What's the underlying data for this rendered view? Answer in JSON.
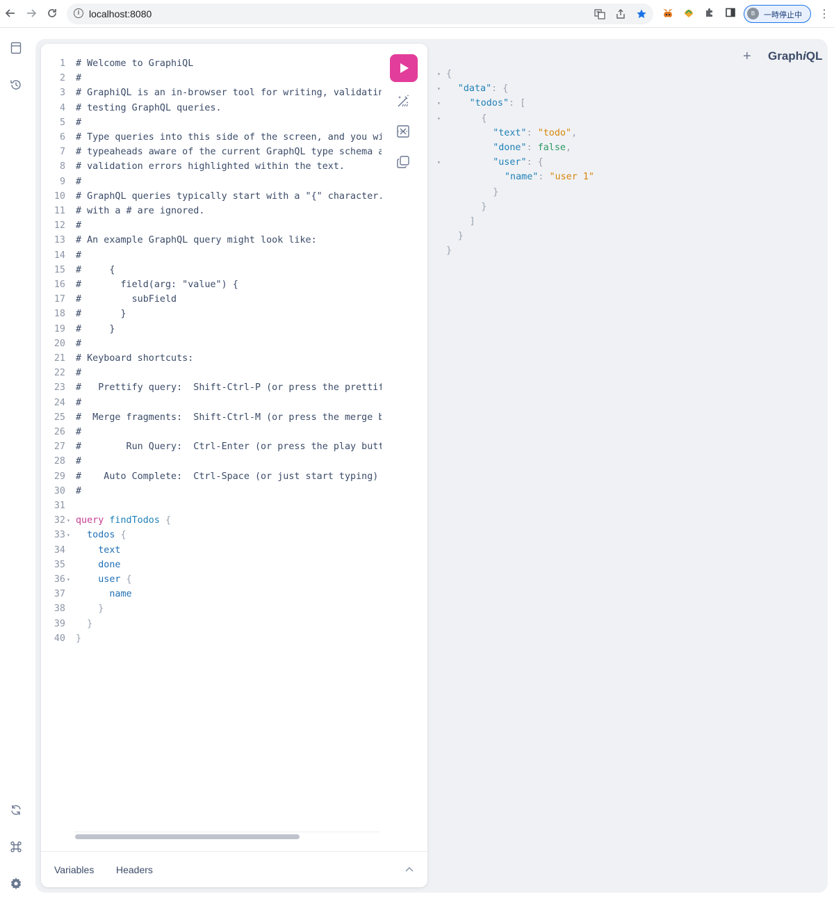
{
  "browser": {
    "url": "localhost:8080",
    "profile_label": "一時停止中",
    "profile_avatar_text": "B",
    "nav_back_icon": "arrow-left-icon",
    "nav_forward_icon": "arrow-right-icon",
    "reload_icon": "reload-icon",
    "extensions": [
      "translate-icon",
      "share-icon",
      "bookmark-star-icon",
      "metamask-fox-icon",
      "extension-icon",
      "puzzle-icon",
      "sidepanel-icon"
    ],
    "bookmark_color": "#1a73e8"
  },
  "sidebar": {
    "top_items": [
      "docs-icon",
      "history-icon"
    ],
    "bottom_items": [
      "refetch-schema-icon",
      "shortcuts-command-icon",
      "settings-gear-icon"
    ]
  },
  "editor": {
    "lines": [
      {
        "n": "1",
        "fold": "",
        "text": "# Welcome to GraphiQL",
        "kind": "comment"
      },
      {
        "n": "2",
        "fold": "",
        "text": "#",
        "kind": "comment"
      },
      {
        "n": "3",
        "fold": "",
        "text": "# GraphiQL is an in-browser tool for writing, validating, and",
        "kind": "comment"
      },
      {
        "n": "4",
        "fold": "",
        "text": "# testing GraphQL queries.",
        "kind": "comment"
      },
      {
        "n": "5",
        "fold": "",
        "text": "#",
        "kind": "comment"
      },
      {
        "n": "6",
        "fold": "",
        "text": "# Type queries into this side of the screen, and you will see intelligent",
        "kind": "comment"
      },
      {
        "n": "7",
        "fold": "",
        "text": "# typeaheads aware of the current GraphQL type schema and live syntax and",
        "kind": "comment"
      },
      {
        "n": "8",
        "fold": "",
        "text": "# validation errors highlighted within the text.",
        "kind": "comment"
      },
      {
        "n": "9",
        "fold": "",
        "text": "#",
        "kind": "comment"
      },
      {
        "n": "10",
        "fold": "",
        "text": "# GraphQL queries typically start with a \"{\" character. Lines that start",
        "kind": "comment"
      },
      {
        "n": "11",
        "fold": "",
        "text": "# with a # are ignored.",
        "kind": "comment"
      },
      {
        "n": "12",
        "fold": "",
        "text": "#",
        "kind": "comment"
      },
      {
        "n": "13",
        "fold": "",
        "text": "# An example GraphQL query might look like:",
        "kind": "comment"
      },
      {
        "n": "14",
        "fold": "",
        "text": "#",
        "kind": "comment"
      },
      {
        "n": "15",
        "fold": "",
        "text": "#     {",
        "kind": "comment"
      },
      {
        "n": "16",
        "fold": "",
        "text": "#       field(arg: \"value\") {",
        "kind": "comment"
      },
      {
        "n": "17",
        "fold": "",
        "text": "#         subField",
        "kind": "comment"
      },
      {
        "n": "18",
        "fold": "",
        "text": "#       }",
        "kind": "comment"
      },
      {
        "n": "19",
        "fold": "",
        "text": "#     }",
        "kind": "comment"
      },
      {
        "n": "20",
        "fold": "",
        "text": "#",
        "kind": "comment"
      },
      {
        "n": "21",
        "fold": "",
        "text": "# Keyboard shortcuts:",
        "kind": "comment"
      },
      {
        "n": "22",
        "fold": "",
        "text": "#",
        "kind": "comment"
      },
      {
        "n": "23",
        "fold": "",
        "text": "#   Prettify query:  Shift-Ctrl-P (or press the prettify button)",
        "kind": "comment"
      },
      {
        "n": "24",
        "fold": "",
        "text": "#",
        "kind": "comment"
      },
      {
        "n": "25",
        "fold": "",
        "text": "#  Merge fragments:  Shift-Ctrl-M (or press the merge button)",
        "kind": "comment"
      },
      {
        "n": "26",
        "fold": "",
        "text": "#",
        "kind": "comment"
      },
      {
        "n": "27",
        "fold": "",
        "text": "#        Run Query:  Ctrl-Enter (or press the play button)",
        "kind": "comment"
      },
      {
        "n": "28",
        "fold": "",
        "text": "#",
        "kind": "comment"
      },
      {
        "n": "29",
        "fold": "",
        "text": "#    Auto Complete:  Ctrl-Space (or just start typing)",
        "kind": "comment"
      },
      {
        "n": "30",
        "fold": "",
        "text": "#",
        "kind": "comment"
      },
      {
        "n": "31",
        "fold": "",
        "text": "",
        "kind": "comment"
      },
      {
        "n": "32",
        "fold": "▾",
        "tokens": [
          [
            "query",
            "keyword"
          ],
          [
            " ",
            "punc"
          ],
          [
            "findTodos",
            "def"
          ],
          [
            " {",
            "punc"
          ]
        ]
      },
      {
        "n": "33",
        "fold": "▾",
        "tokens": [
          [
            "  ",
            "punc"
          ],
          [
            "todos",
            "field"
          ],
          [
            " {",
            "punc"
          ]
        ]
      },
      {
        "n": "34",
        "fold": "",
        "tokens": [
          [
            "    ",
            "punc"
          ],
          [
            "text",
            "field"
          ]
        ]
      },
      {
        "n": "35",
        "fold": "",
        "tokens": [
          [
            "    ",
            "punc"
          ],
          [
            "done",
            "field"
          ]
        ]
      },
      {
        "n": "36",
        "fold": "▾",
        "tokens": [
          [
            "    ",
            "punc"
          ],
          [
            "user",
            "field"
          ],
          [
            " {",
            "punc"
          ]
        ]
      },
      {
        "n": "37",
        "fold": "",
        "tokens": [
          [
            "      ",
            "punc"
          ],
          [
            "name",
            "field"
          ]
        ]
      },
      {
        "n": "38",
        "fold": "",
        "tokens": [
          [
            "    }",
            "punc"
          ]
        ]
      },
      {
        "n": "39",
        "fold": "",
        "tokens": [
          [
            "  }",
            "punc"
          ]
        ]
      },
      {
        "n": "40",
        "fold": "",
        "tokens": [
          [
            "}",
            "punc"
          ]
        ]
      }
    ],
    "toolbar": {
      "run_icon": "play-icon",
      "prettify_icon": "prettify-icon",
      "merge_icon": "merge-fragments-icon",
      "copy_icon": "copy-icon",
      "run_color": "#e23d9a"
    },
    "footer": {
      "variables_label": "Variables",
      "headers_label": "Headers",
      "toggle_icon": "chevron-up-icon"
    }
  },
  "result": {
    "lines": [
      {
        "fold": "▾",
        "indent": 0,
        "tokens": [
          [
            "{",
            "punc"
          ]
        ]
      },
      {
        "fold": "▾",
        "indent": 1,
        "tokens": [
          [
            "\"data\"",
            "key"
          ],
          [
            ": {",
            "punc"
          ]
        ]
      },
      {
        "fold": "▾",
        "indent": 2,
        "tokens": [
          [
            "\"todos\"",
            "key"
          ],
          [
            ": [",
            "punc"
          ]
        ]
      },
      {
        "fold": "▾",
        "indent": 3,
        "tokens": [
          [
            "{",
            "punc"
          ]
        ]
      },
      {
        "fold": "",
        "indent": 4,
        "tokens": [
          [
            "\"text\"",
            "key"
          ],
          [
            ": ",
            "punc"
          ],
          [
            "\"todo\"",
            "str"
          ],
          [
            ",",
            "punc"
          ]
        ]
      },
      {
        "fold": "",
        "indent": 4,
        "tokens": [
          [
            "\"done\"",
            "key"
          ],
          [
            ": ",
            "punc"
          ],
          [
            "false",
            "bool"
          ],
          [
            ",",
            "punc"
          ]
        ]
      },
      {
        "fold": "▾",
        "indent": 4,
        "tokens": [
          [
            "\"user\"",
            "key"
          ],
          [
            ": {",
            "punc"
          ]
        ]
      },
      {
        "fold": "",
        "indent": 5,
        "tokens": [
          [
            "\"name\"",
            "key"
          ],
          [
            ": ",
            "punc"
          ],
          [
            "\"user 1\"",
            "str"
          ]
        ]
      },
      {
        "fold": "",
        "indent": 4,
        "tokens": [
          [
            "}",
            "punc"
          ]
        ]
      },
      {
        "fold": "",
        "indent": 3,
        "tokens": [
          [
            "}",
            "punc"
          ]
        ]
      },
      {
        "fold": "",
        "indent": 2,
        "tokens": [
          [
            "]",
            "punc"
          ]
        ]
      },
      {
        "fold": "",
        "indent": 1,
        "tokens": [
          [
            "}",
            "punc"
          ]
        ]
      },
      {
        "fold": "",
        "indent": 0,
        "tokens": [
          [
            "}",
            "punc"
          ]
        ]
      }
    ]
  },
  "header": {
    "add_tab_label": "+",
    "brand_prefix": "Graph",
    "brand_italic": "i",
    "brand_suffix": "QL"
  }
}
